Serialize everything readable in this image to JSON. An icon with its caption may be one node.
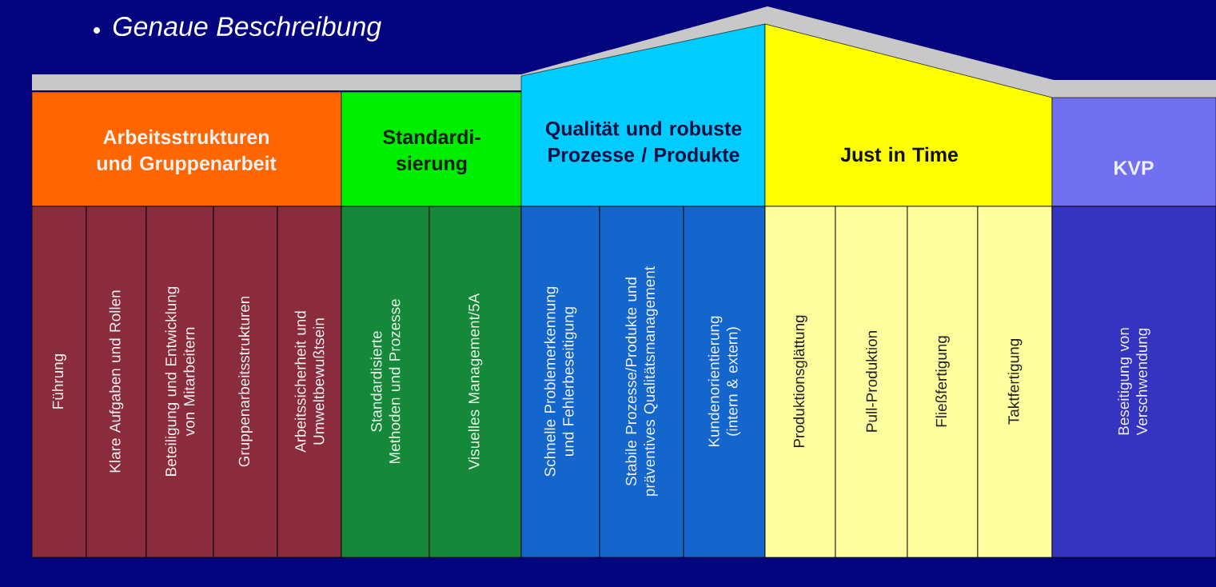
{
  "diagram": {
    "title": "Genaue Beschreibung",
    "nodes": [
      {
        "text": [
          "Arbeitsstrukturen und Gruppenarbeit"
        ]
      },
      {
        "text": [
          "Standardi- sierung"
        ]
      },
      {
        "text": [
          "Qualität und robuste Prozesse / Produkte"
        ]
      },
      {
        "text": [
          "Just in Time"
        ]
      },
      {
        "text": [
          "KVP"
        ]
      },
      {
        "text": [
          "Führung"
        ]
      },
      {
        "text": [
          "Klare Aufgaben und Rollen"
        ]
      },
      {
        "text": [
          "Beteiligung und Entwicklung von Mitarbeitern"
        ]
      },
      {
        "text": [
          "Gruppenarbeitsstrukturen"
        ]
      },
      {
        "text": [
          "Arbeitssicherheit und Umweltbewußtsein"
        ]
      },
      {
        "text": [
          "Standardisierte Methoden und Prozesse"
        ]
      },
      {
        "text": [
          "Visuelles Management/5A"
        ]
      },
      {
        "text": [
          "Schnelle Problemerkennung und Fehlerbeseitigung"
        ]
      },
      {
        "text": [
          "Stabile Prozesse/Produkte und präventives Qualitätsmanagement"
        ]
      },
      {
        "text": [
          "Kundenorientierung (intern & extern)"
        ]
      },
      {
        "text": [
          "Produktionsglättung"
        ]
      },
      {
        "text": [
          "Pull-Produktion"
        ]
      },
      {
        "text": [
          "Fließfertigung"
        ]
      },
      {
        "text": [
          "Taktfertigung"
        ]
      },
      {
        "text": [
          "Beseitigung von Verschwendung"
        ]
      }
    ]
  }
}
